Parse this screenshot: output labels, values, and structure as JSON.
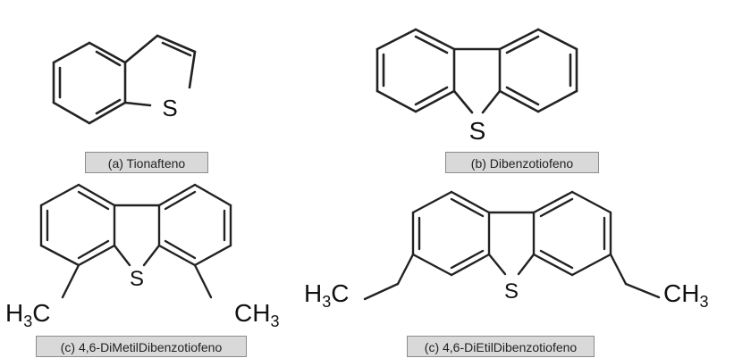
{
  "molecules": [
    {
      "caption": "(a) Tionafteno",
      "atoms": [
        {
          "label": "S"
        }
      ]
    },
    {
      "caption": "(b) Dibenzotiofeno",
      "atoms": [
        {
          "label": "S"
        }
      ]
    },
    {
      "caption": "(c) 4,6-DiMetilDibenzotiofeno",
      "atoms": [
        {
          "label": "S"
        },
        {
          "label": "H3C"
        },
        {
          "label": "CH3"
        }
      ]
    },
    {
      "caption": "(c) 4,6-DiEtilDibenzotiofeno",
      "atoms": [
        {
          "label": "S"
        },
        {
          "label": "H3C"
        },
        {
          "label": "CH3"
        }
      ]
    }
  ],
  "colors": {
    "bond": "#222222",
    "caption_bg": "#d9d9d9",
    "caption_border": "#8c8c8c"
  }
}
